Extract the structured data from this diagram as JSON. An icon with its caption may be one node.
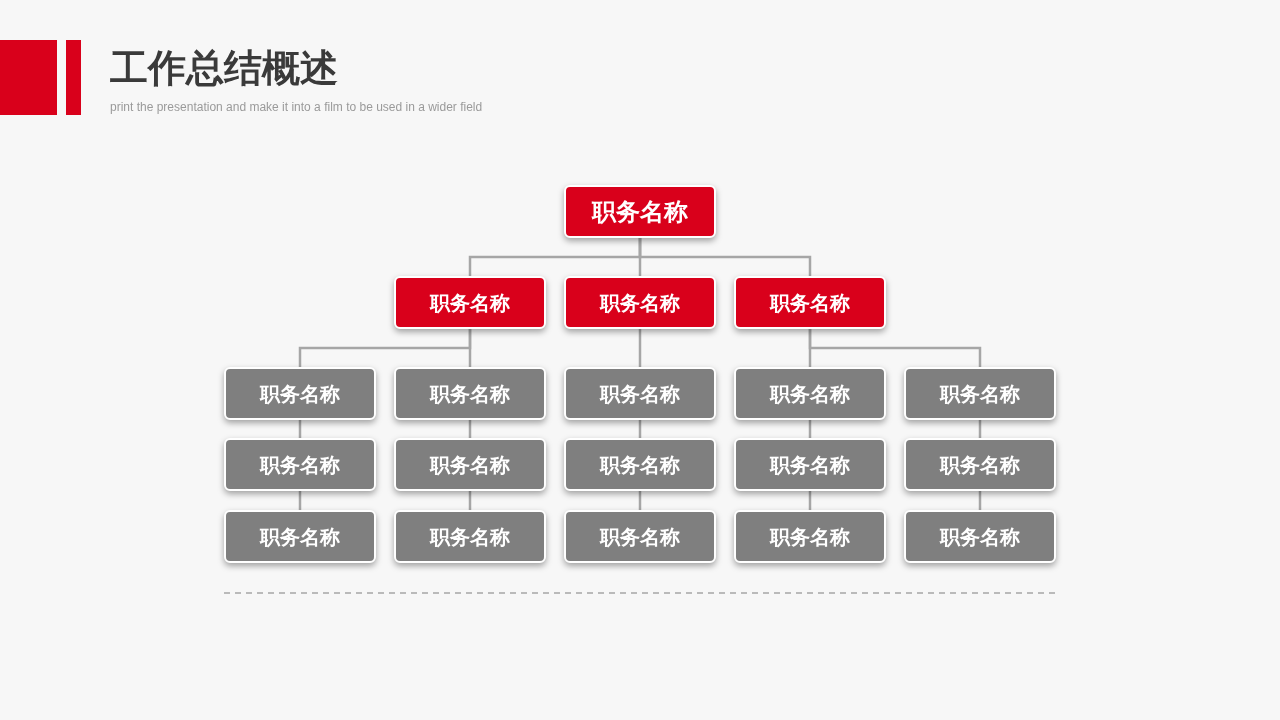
{
  "diagram": {
    "title": "工作总结概述",
    "nodes": [
      {
        "text": [
          "职务名称"
        ]
      },
      {
        "text": [
          "职务名称"
        ]
      },
      {
        "text": [
          "职务名称"
        ]
      },
      {
        "text": [
          "职务名称"
        ]
      },
      {
        "text": [
          "职务名称"
        ]
      },
      {
        "text": [
          "职务名称"
        ]
      },
      {
        "text": [
          "职务名称"
        ]
      },
      {
        "text": [
          "职务名称"
        ]
      },
      {
        "text": [
          "职务名称"
        ]
      },
      {
        "text": [
          "职务名称"
        ]
      },
      {
        "text": [
          "职务名称"
        ]
      },
      {
        "text": [
          "职务名称"
        ]
      },
      {
        "text": [
          "职务名称"
        ]
      },
      {
        "text": [
          "职务名称"
        ]
      },
      {
        "text": [
          "职务名称"
        ]
      },
      {
        "text": [
          "职务名称"
        ]
      },
      {
        "text": [
          "职务名称"
        ]
      },
      {
        "text": [
          "职务名称"
        ]
      },
      {
        "text": [
          "职务名称"
        ]
      }
    ],
    "edges": [
      {
        "from": 0,
        "to": 1,
        "arrow": "none"
      },
      {
        "from": 0,
        "to": 2,
        "arrow": "none"
      },
      {
        "from": 0,
        "to": 3,
        "arrow": "none"
      },
      {
        "from": 1,
        "to": 4,
        "arrow": "none"
      },
      {
        "from": 1,
        "to": 5,
        "arrow": "none"
      },
      {
        "from": 2,
        "to": 6,
        "arrow": "none"
      },
      {
        "from": 3,
        "to": 7,
        "arrow": "none"
      },
      {
        "from": 3,
        "to": 8,
        "arrow": "none"
      },
      {
        "from": 4,
        "to": 9,
        "arrow": "none"
      },
      {
        "from": 5,
        "to": 10,
        "arrow": "none"
      },
      {
        "from": 6,
        "to": 11,
        "arrow": "none"
      },
      {
        "from": 7,
        "to": 12,
        "arrow": "none"
      },
      {
        "from": 8,
        "to": 13,
        "arrow": "none"
      },
      {
        "from": 9,
        "to": 14,
        "arrow": "none"
      },
      {
        "from": 10,
        "to": 15,
        "arrow": "none"
      },
      {
        "from": 11,
        "to": 16,
        "arrow": "none"
      },
      {
        "from": 12,
        "to": 17,
        "arrow": "none"
      },
      {
        "from": 13,
        "to": 18,
        "arrow": "none"
      }
    ],
    "labels": [
      "print the presentation and make it into a film to be used in a wider field"
    ]
  }
}
